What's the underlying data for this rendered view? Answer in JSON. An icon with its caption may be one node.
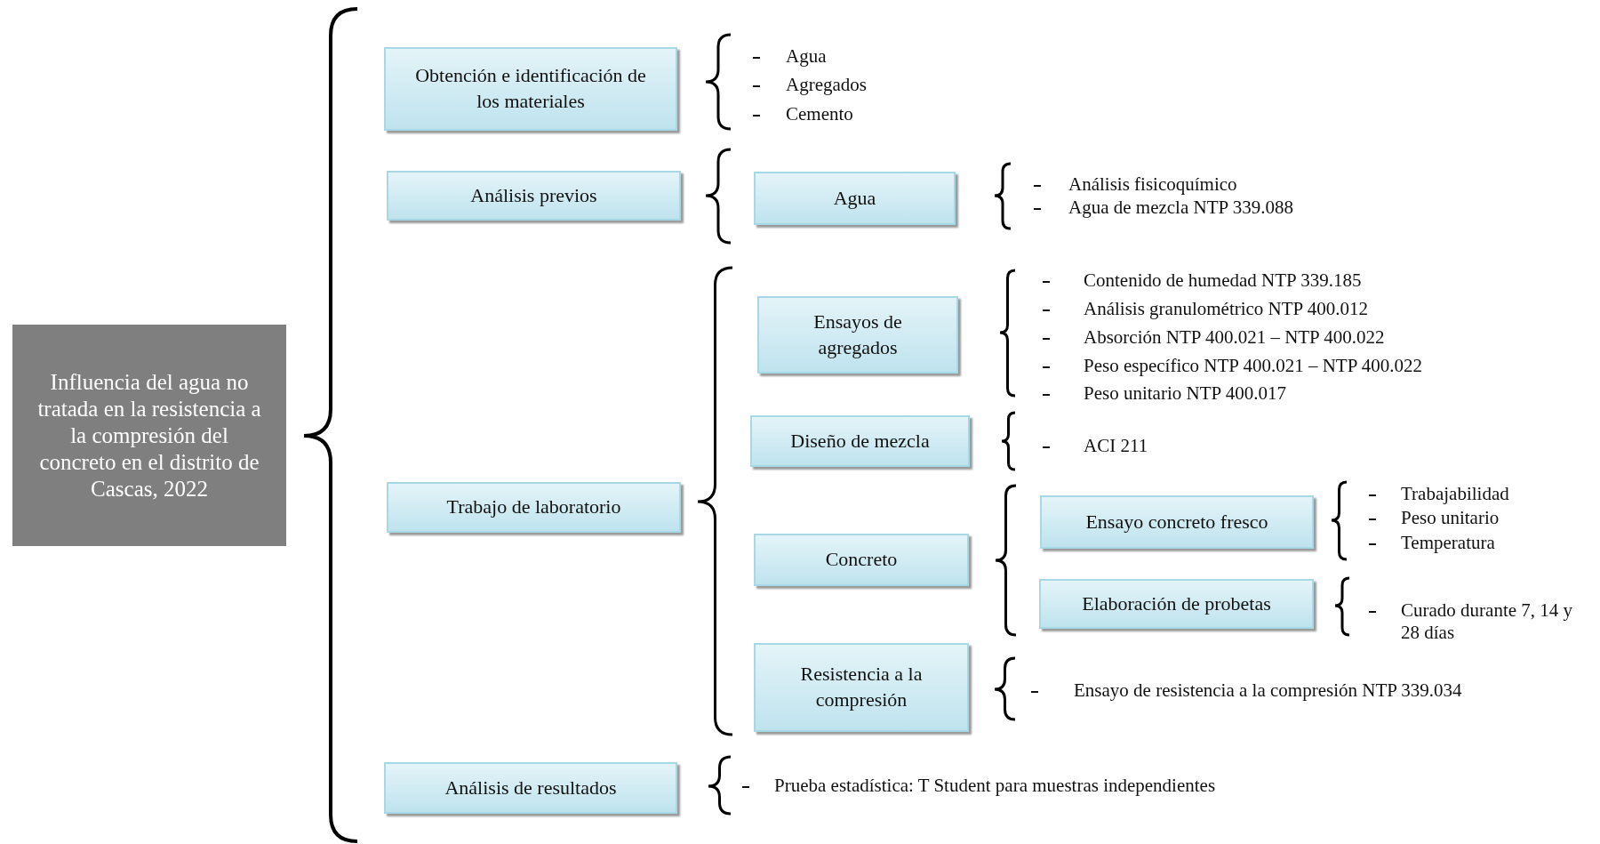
{
  "diagram": {
    "nodes": [
      {
        "text": [
          "Influencia del agua no tratada en la resistencia a la compresión del concreto en el distrito de Cascas, 2022"
        ]
      },
      {
        "text": [
          "Obtención e identificación de los materiales"
        ]
      },
      {
        "text": [
          "Análisis previos"
        ]
      },
      {
        "text": [
          "Agua"
        ]
      },
      {
        "text": [
          "Trabajo de laboratorio"
        ]
      },
      {
        "text": [
          "Ensayos de agregados"
        ]
      },
      {
        "text": [
          "Diseño de mezcla"
        ]
      },
      {
        "text": [
          "Concreto"
        ]
      },
      {
        "text": [
          "Ensayo concreto fresco"
        ]
      },
      {
        "text": [
          "Elaboración de probetas"
        ]
      },
      {
        "text": [
          "Resistencia a la compresión"
        ]
      },
      {
        "text": [
          "Análisis de resultados"
        ]
      }
    ],
    "labels": [
      "Agua",
      "Agregados",
      "Cemento",
      "Análisis fisicoquímico",
      "Agua de mezcla NTP 339.088",
      "Contenido de humedad NTP 339.185",
      "Análisis granulométrico NTP 400.012",
      "Absorción NTP 400.021 – NTP 400.022",
      "Peso específico NTP 400.021 – NTP 400.022",
      "Peso unitario NTP 400.017",
      "ACI 211",
      "Trabajabilidad",
      "Peso unitario",
      "Temperatura",
      "Curado durante 7, 14 y 28 días",
      "Ensayo de resistencia a la compresión NTP 339.034",
      "Prueba estadística: T Student para muestras independientes"
    ]
  }
}
